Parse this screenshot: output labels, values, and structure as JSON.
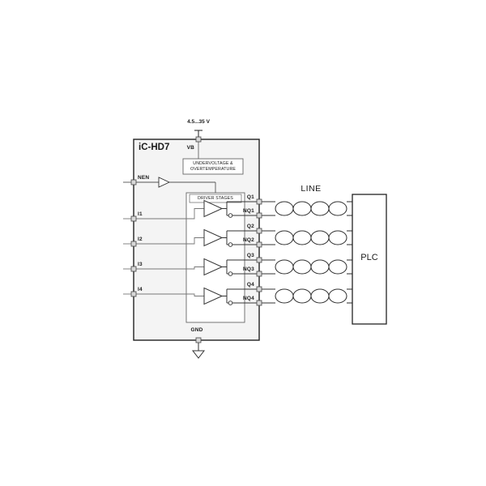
{
  "diagram": {
    "supply_voltage": "4.5...35 V",
    "chip": {
      "title": "iC-HD7",
      "vb": "VB",
      "gnd": "GND",
      "nen": "NEN",
      "protection_line1": "UNDERVOLTAGE &",
      "protection_line2": "OVERTEMPERATURE",
      "driver_stages": "DRIVER STAGES",
      "inputs": [
        "I1",
        "I2",
        "I3",
        "I4"
      ],
      "outputs": [
        "Q1",
        "NQ1",
        "Q2",
        "NQ2",
        "Q3",
        "NQ3",
        "Q4",
        "NQ4"
      ]
    },
    "line_label": "LINE",
    "plc_label": "PLC",
    "colors": {
      "chip_fill": "#f4f4f4",
      "wire": "#555555",
      "outline": "#222222"
    }
  }
}
